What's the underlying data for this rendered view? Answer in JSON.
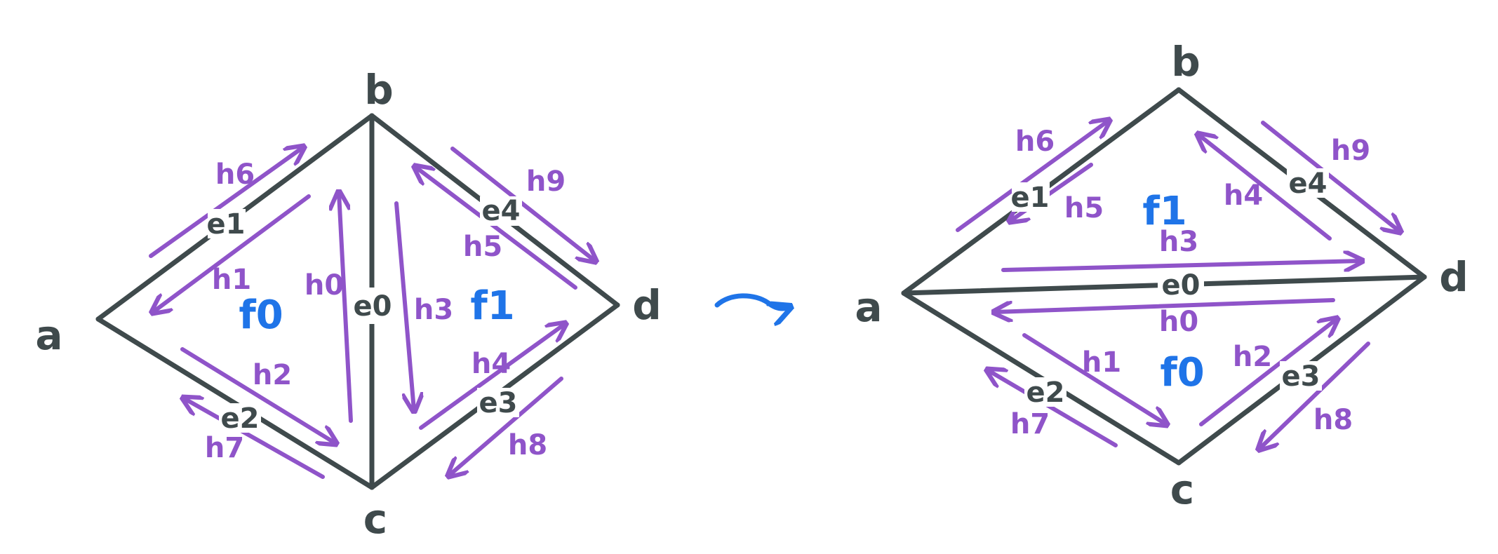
{
  "colors": {
    "edge": "#3f4a4c",
    "halfedge": "#8f54c9",
    "face": "#1f74e8",
    "arrow": "#1f74e8",
    "background": "#ffffff"
  },
  "left": {
    "vertices": {
      "a": "a",
      "b": "b",
      "c": "c",
      "d": "d"
    },
    "edges": {
      "e0": "e0",
      "e1": "e1",
      "e2": "e2",
      "e3": "e3",
      "e4": "e4"
    },
    "halfedges": {
      "h0": "h0",
      "h1": "h1",
      "h2": "h2",
      "h3": "h3",
      "h4": "h4",
      "h5": "h5",
      "h6": "h6",
      "h7": "h7",
      "h8": "h8",
      "h9": "h9"
    },
    "faces": {
      "f0": "f0",
      "f1": "f1"
    }
  },
  "right": {
    "vertices": {
      "a": "a",
      "b": "b",
      "c": "c",
      "d": "d"
    },
    "edges": {
      "e0": "e0",
      "e1": "e1",
      "e2": "e2",
      "e3": "e3",
      "e4": "e4"
    },
    "halfedges": {
      "h0": "h0",
      "h1": "h1",
      "h2": "h2",
      "h3": "h3",
      "h4": "h4",
      "h5": "h5",
      "h6": "h6",
      "h7": "h7",
      "h8": "h8",
      "h9": "h9"
    },
    "faces": {
      "f0": "f0",
      "f1": "f1"
    }
  },
  "transition_arrow_icon": "curved-right-arrow-icon"
}
